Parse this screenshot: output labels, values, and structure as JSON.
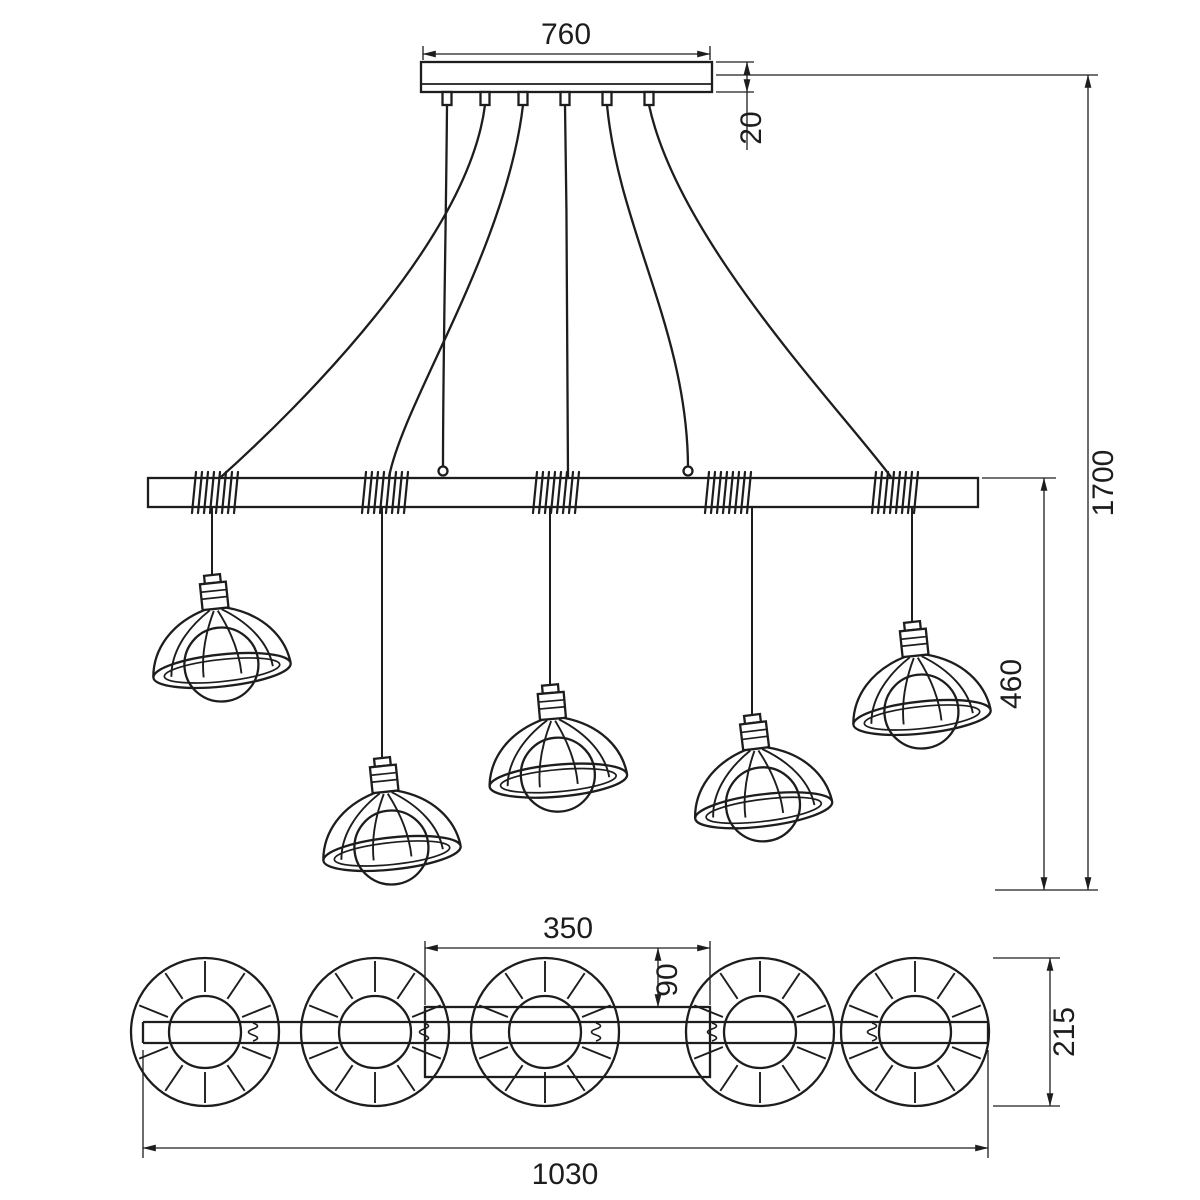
{
  "palette": {
    "background": "#ffffff",
    "line": "#1d1d1d"
  },
  "front_view": {
    "canopy_width": "760",
    "canopy_thickness": "20",
    "total_height": "1700",
    "drop_height": "460"
  },
  "plan_view": {
    "box_length": "350",
    "box_depth": "90",
    "shade_diameter": "215",
    "overall_length": "1030"
  }
}
